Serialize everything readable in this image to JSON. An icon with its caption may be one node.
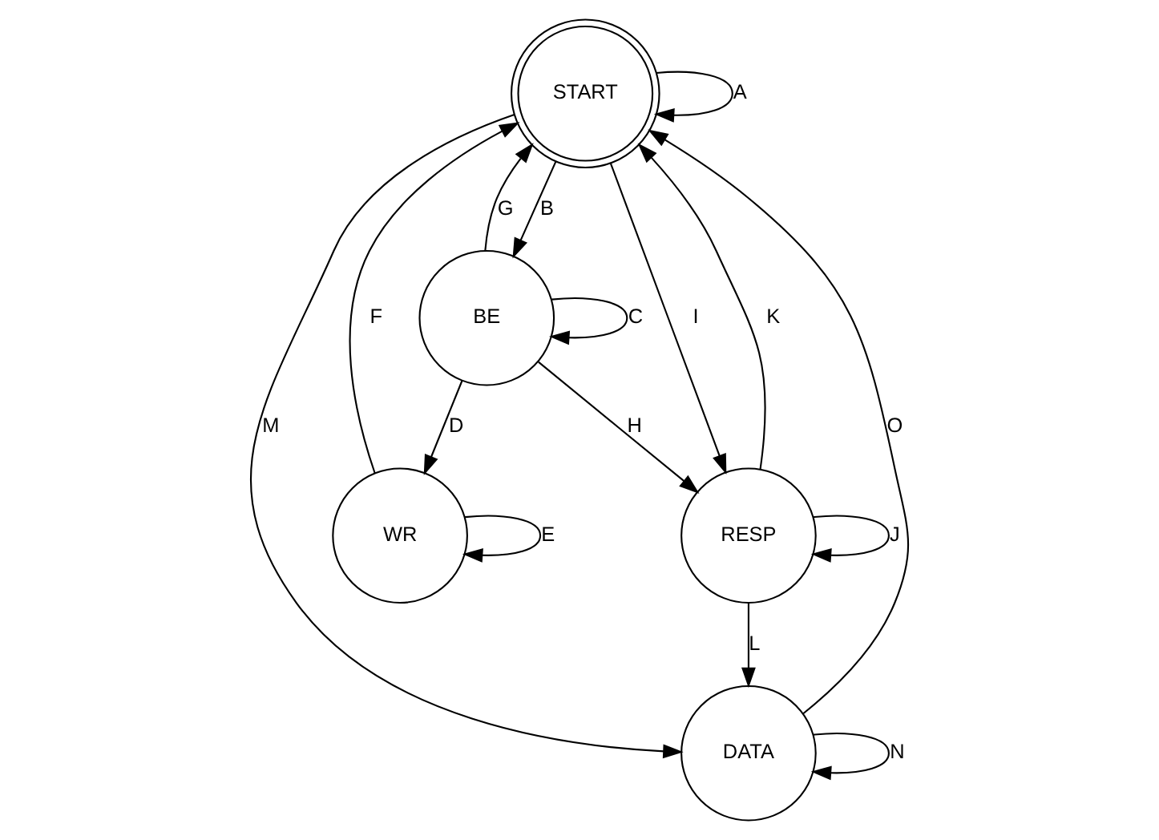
{
  "diagram": {
    "nodes": [
      {
        "text": [
          "START"
        ]
      },
      {
        "text": [
          "WR"
        ]
      },
      {
        "text": [
          "DATA"
        ]
      },
      {
        "text": [
          "BE"
        ]
      },
      {
        "text": [
          "RESP"
        ]
      }
    ],
    "edges": [
      {
        "from": 0,
        "to": 0,
        "arrow": "to",
        "label": "A"
      },
      {
        "from": 1,
        "to": 0,
        "arrow": "to",
        "label": "F"
      },
      {
        "from": 1,
        "to": 1,
        "arrow": "to",
        "label": "E"
      },
      {
        "from": 0,
        "to": 3,
        "arrow": "to",
        "label": "B"
      },
      {
        "from": 3,
        "to": 1,
        "arrow": "to",
        "label": "D"
      },
      {
        "from": 3,
        "to": 0,
        "arrow": "to",
        "label": "G"
      },
      {
        "from": 3,
        "to": 3,
        "arrow": "to",
        "label": "C"
      },
      {
        "from": 3,
        "to": 4,
        "arrow": "to",
        "label": "H"
      },
      {
        "from": 0,
        "to": 4,
        "arrow": "to",
        "label": "I"
      },
      {
        "from": 4,
        "to": 0,
        "arrow": "to",
        "label": "K"
      },
      {
        "from": 4,
        "to": 4,
        "arrow": "to",
        "label": "J"
      },
      {
        "from": 4,
        "to": 2,
        "arrow": "to",
        "label": "L"
      },
      {
        "from": 2,
        "to": 0,
        "arrow": "to",
        "label": "O"
      },
      {
        "from": 0,
        "to": 2,
        "arrow": "to",
        "label": "M"
      },
      {
        "from": 2,
        "to": 2,
        "arrow": "to",
        "label": "N"
      }
    ]
  }
}
